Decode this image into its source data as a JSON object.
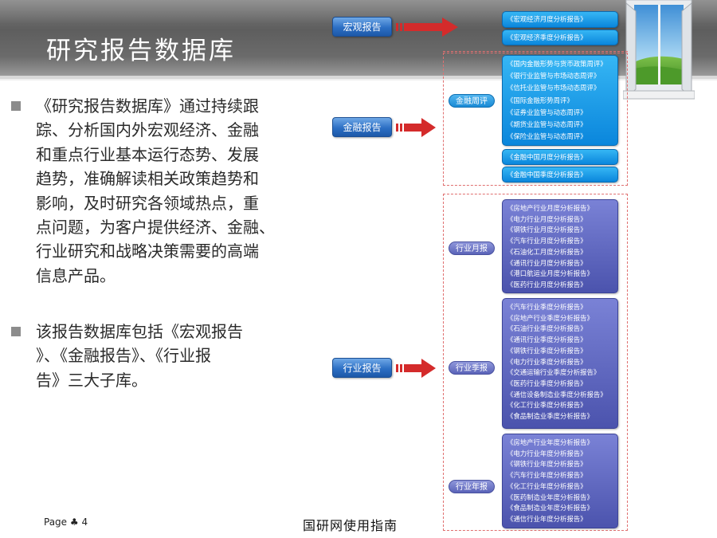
{
  "slide": {
    "title": "研究报告数据库",
    "paragraphs": [
      "《研究报告数据库》通过持续跟\n踪、分析国内外宏观经济、金融\n和重点行业基本运行态势、发展\n趋势，准确解读相关政策趋势和\n影响，及时研究各领域热点，重\n点问题，为客户提供经济、金融、\n行业研究和战略决策需要的高端\n信息产品。",
      "该报告数据库包括《宏观报告\n》、《金融报告》、《行业报\n告》三大子库。"
    ]
  },
  "categories": {
    "macro": "宏观报告",
    "finance": "金融报告",
    "industry": "行业报告"
  },
  "subcats": {
    "finance_weekly": "金融周评",
    "industry_monthly": "行业月报",
    "industry_quarterly": "行业季报",
    "industry_annual": "行业年报"
  },
  "reports": {
    "macro_monthly": "《宏观经济月度分析报告》",
    "macro_quarterly": "《宏观经济季度分析报告》",
    "finance_weekly": [
      "《国内金融形势与货币政策周评》",
      "《银行业监管与市场动态周评》",
      "《信托业监管与市场动态周评》",
      "《国际金融形势周评》",
      "《证券业监管与动态周评》",
      "《期货业监管与动态周评》",
      "《保险业监管与动态周评》"
    ],
    "finance_monthly": "《金融中国月度分析报告》",
    "finance_quarterly": "《金融中国季度分析报告》",
    "industry_monthly": [
      "《房地产行业月度分析报告》",
      "《电力行业月度分析报告》",
      "《钢铁行业月度分析报告》",
      "《汽车行业月度分析报告》",
      "《石油化工月度分析报告》",
      "《通讯行业月度分析报告》",
      "《港口航运业月度分析报告》",
      "《医药行业月度分析报告》"
    ],
    "industry_quarterly": [
      "《汽车行业季度分析报告》",
      "《房地产行业季度分析报告》",
      "《石油行业季度分析报告》",
      "《通讯行业季度分析报告》",
      "《钢铁行业季度分析报告》",
      "《电力行业季度分析报告》",
      "《交通运输行业季度分析报告》",
      "《医药行业季度分析报告》",
      "《通信设备制造业季度分析报告》",
      "《化工行业季度分析报告》",
      "《食品制造业季度分析报告》"
    ],
    "industry_annual": [
      "《房地产行业年度分析报告》",
      "《电力行业年度分析报告》",
      "《钢铁行业年度分析报告》",
      "《汽车行业年度分析报告》",
      "《化工行业年度分析报告》",
      "《医药制造业年度分析报告》",
      "《食品制造业年度分析报告》",
      "《通信行业年度分析报告》"
    ]
  },
  "footer": {
    "page_label": "Page",
    "page_number": "4",
    "guide": "国研网使用指南"
  },
  "colors": {
    "category_button": "#2c6fc4",
    "blue_box": "#0a86dc",
    "purple_box": "#4b53ad",
    "arrow": "#d42b2b",
    "dashed_frame": "#e07070"
  }
}
